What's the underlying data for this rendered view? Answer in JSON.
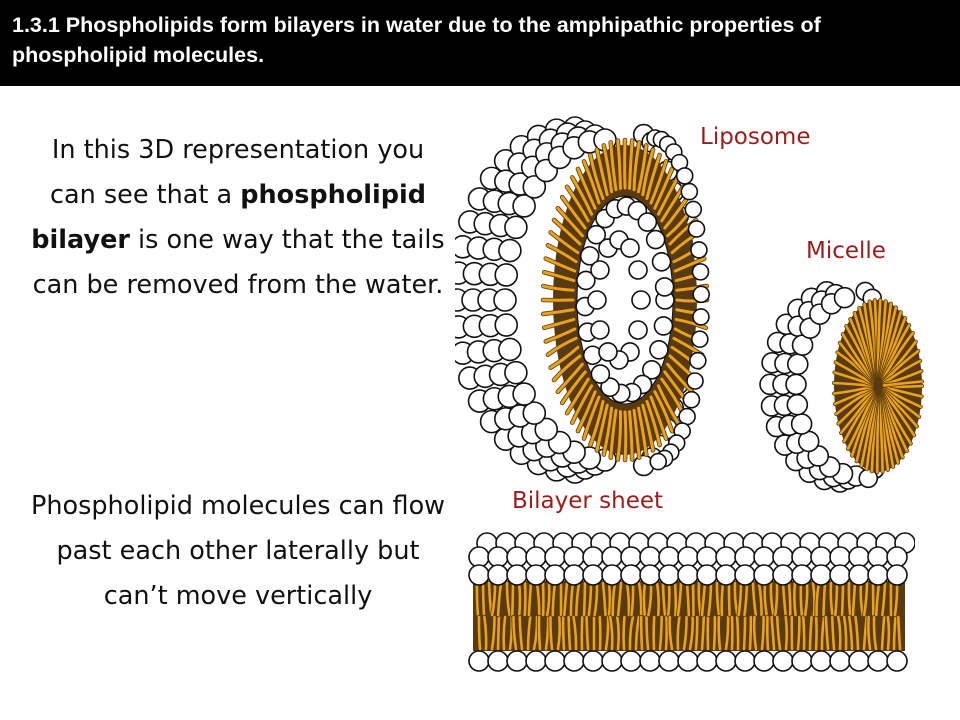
{
  "header": {
    "title": "1.3.1 Phospholipids form bilayers in water due to the amphipathic properties of phospholipid molecules."
  },
  "text": {
    "p1_part1": "In this 3D representation you can see that a ",
    "p1_bold": "phospholipid bilayer",
    "p1_part2": " is one way that the tails can be removed from the water.",
    "p2": "Phospholipid molecules can flow past each other laterally but can’t move vertically"
  },
  "figure": {
    "liposome_label": "Liposome",
    "micelle_label": "Micelle",
    "bilayer_label": "Bilayer sheet"
  },
  "colors": {
    "header_bg": "#000000",
    "header_text": "#ffffff",
    "label": "#9b1c1c",
    "tail_gold": "#e8a21c",
    "tail_dark": "#5a3a10",
    "head_fill": "#ffffff",
    "head_stroke": "#111111"
  }
}
